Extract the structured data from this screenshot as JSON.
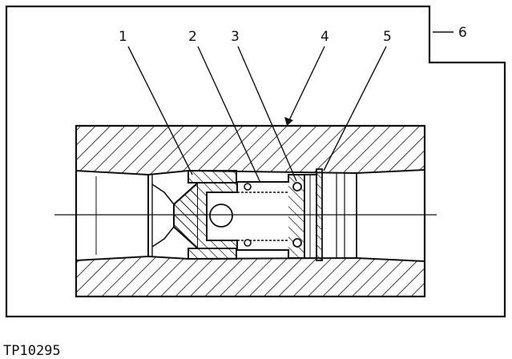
{
  "figure": {
    "id": "TP10295",
    "callouts": [
      "1",
      "2",
      "3",
      "4",
      "5",
      "6"
    ]
  },
  "colors": {
    "ink": "#111111",
    "paper": "#ffffff"
  }
}
